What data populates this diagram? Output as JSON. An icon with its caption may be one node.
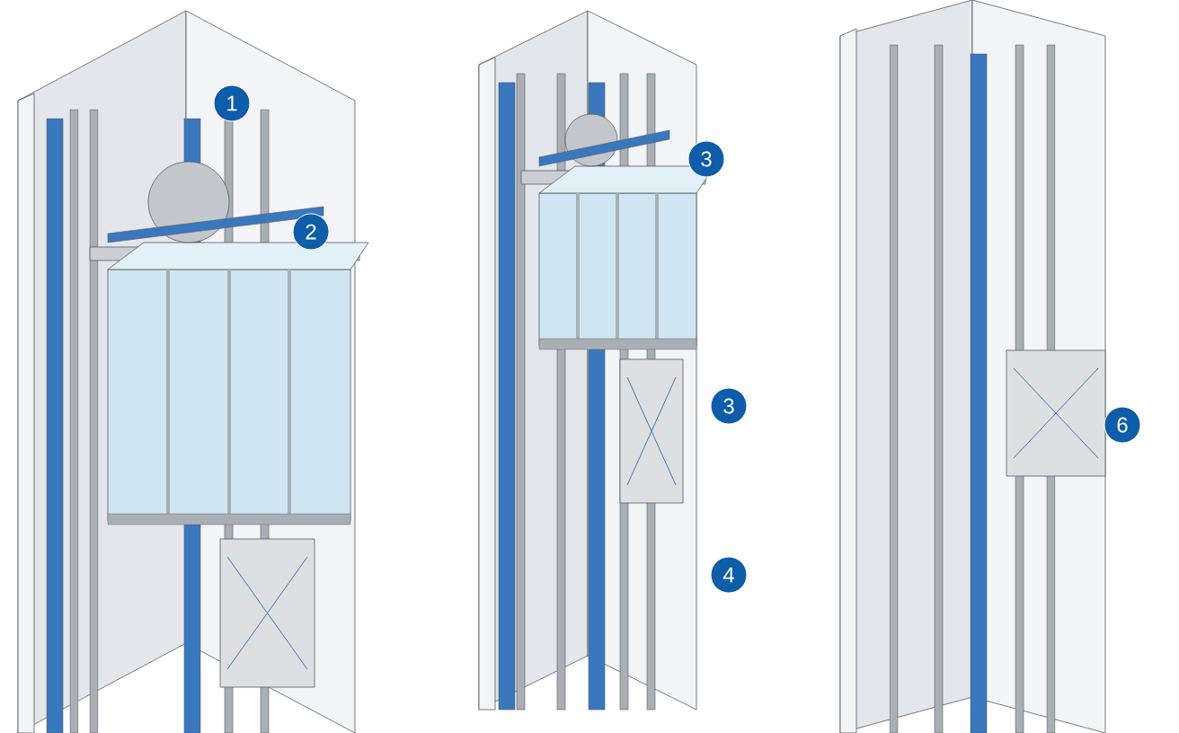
{
  "diagram": {
    "labels": [
      "1",
      "2",
      "3",
      "3",
      "4",
      "6"
    ]
  }
}
